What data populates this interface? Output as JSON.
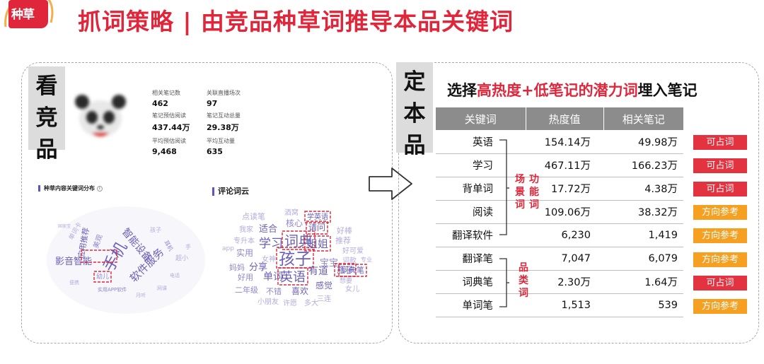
{
  "header": {
    "logo_text": "种草",
    "title": "抓词策略 | 由竞品种草词推导本品关键词",
    "colors": {
      "accent": "#e0263a"
    }
  },
  "left_panel": {
    "tag_chars": [
      "看",
      "竞",
      "品"
    ],
    "stats": [
      {
        "label": "相关笔记数",
        "value": "462"
      },
      {
        "label": "关联直播场次",
        "value": "97"
      },
      {
        "label": "笔记预估阅读",
        "value": "437.44万"
      },
      {
        "label": "笔记互动总量",
        "value": "29.38万"
      },
      {
        "label": "平均预估阅读",
        "value": "9,468"
      },
      {
        "label": "平均互动量",
        "value": "635"
      }
    ],
    "cloud_1": {
      "title": "种草内容关键词分布",
      "info_icon": "info-icon",
      "words": [
        "手机",
        "智能设备",
        "软件服务",
        "影音智能",
        "应用推荐",
        "幼儿",
        "美观",
        "单词卡",
        "耳机",
        "孩子",
        "超小",
        "手",
        "实用APP软件",
        "月听",
        "网课",
        "便携",
        "电话",
        "国家宝"
      ]
    },
    "cloud_2": {
      "title": "评论词云",
      "words": [
        "点读笔",
        "酒窝",
        "学英语",
        "我家",
        "适合",
        "核心",
        "请问",
        "好棒",
        "专升本",
        "学习",
        "词典",
        "推荐",
        "姐姐",
        "app",
        "实用",
        "女神",
        "孩子",
        "好可爱",
        "词款",
        "妈妈",
        "分享",
        "宝宝",
        "瓶子",
        "专业",
        "单词",
        "英语",
        "有道",
        "词典笔",
        "好用",
        "二年级",
        "不错",
        "喜欢",
        "感觉",
        "想要",
        "女儿",
        "三连",
        "小朋友",
        "许愿",
        "多大"
      ]
    }
  },
  "right_panel": {
    "tag_chars": [
      "定",
      "本",
      "品"
    ],
    "heading": {
      "part1": "选择",
      "part2": "高热度+低笔记的潜力词",
      "part3": "埋入笔记"
    },
    "table": {
      "headers": [
        "关键词",
        "热度值",
        "相关笔记"
      ],
      "rows": [
        {
          "keyword": "英语",
          "heat": "154.14万",
          "notes": "49.98万",
          "tag": "可占词",
          "tag_color": "#e33240"
        },
        {
          "keyword": "学习",
          "heat": "467.11万",
          "notes": "166.23万",
          "tag": "可占词",
          "tag_color": "#e33240"
        },
        {
          "keyword": "背单词",
          "heat": "17.72万",
          "notes": "4.38万",
          "tag": "可占词",
          "tag_color": "#e33240"
        },
        {
          "keyword": "阅读",
          "heat": "109.06万",
          "notes": "38.32万",
          "tag": "方向参考",
          "tag_color": "#f5a020"
        },
        {
          "keyword": "翻译软件",
          "heat": "6,230",
          "notes": "1,419",
          "tag": "方向参考",
          "tag_color": "#f5a020"
        },
        {
          "keyword": "翻译笔",
          "heat": "7,047",
          "notes": "6,079",
          "tag": "方向参考",
          "tag_color": "#f5a020"
        },
        {
          "keyword": "词典笔",
          "heat": "2.30万",
          "notes": "1.64万",
          "tag": "可占词",
          "tag_color": "#e33240"
        },
        {
          "keyword": "单词笔",
          "heat": "1,513",
          "notes": "539",
          "tag": "方向参考",
          "tag_color": "#f5a020"
        }
      ]
    },
    "group_labels": {
      "scene": [
        "场",
        "景",
        "词"
      ],
      "function": [
        "功",
        "能",
        "词"
      ],
      "category": [
        "品",
        "类",
        "词"
      ]
    }
  }
}
